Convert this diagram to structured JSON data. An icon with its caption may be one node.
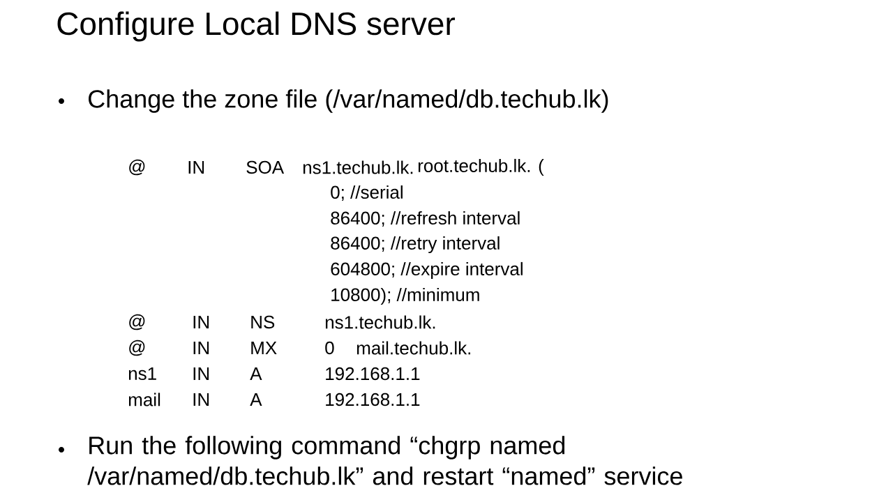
{
  "diagram": {
    "title": "Configure Local DNS server",
    "labels": [
      "Change the zone file (/var/named/db.techub.lk)",
      "@",
      "IN",
      "SOA",
      "ns1.techub.lk.",
      "root.techub.lk. (",
      "0; //serial",
      "86400; //refresh interval",
      "86400; //retry interval",
      "604800; //expire interval",
      "10800); //minimum",
      "@",
      "IN",
      "NS",
      "ns1.techub.lk.",
      "@",
      "IN",
      "MX",
      "0",
      "mail.techub.lk.",
      "ns1",
      "IN",
      "A",
      "192.168.1.1",
      "mail",
      "IN",
      "A",
      "192.168.1.1",
      "Run the following command “chgrp named /var/named/db.techub.lk” and restart “named” service"
    ]
  }
}
